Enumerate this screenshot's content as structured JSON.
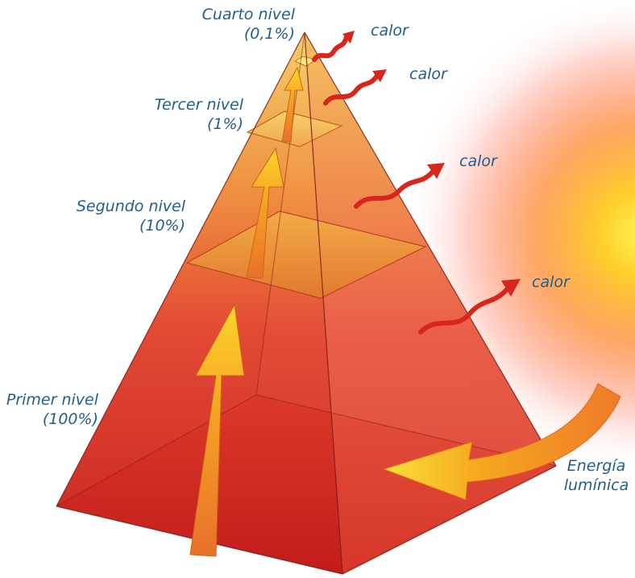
{
  "levels": {
    "fourth": {
      "name": "Cuarto nivel",
      "percent": "(0,1%)"
    },
    "third": {
      "name": "Tercer nivel",
      "percent": "(1%)"
    },
    "second": {
      "name": "Segundo nivel",
      "percent": "(10%)"
    },
    "first": {
      "name": "Primer nivel",
      "percent": "(100%)"
    }
  },
  "heat_labels": [
    "calor",
    "calor",
    "calor",
    "calor"
  ],
  "energy": {
    "line1": "Energía",
    "line2": "lumínica"
  },
  "colors": {
    "label_text": "#1f5e8f",
    "pyramid_dark": "#c8141e",
    "pyramid_mid": "#e8563a",
    "pyramid_light": "#f2a24a",
    "pyramid_top": "#f9e06a",
    "heat_arrow": "#d9261c",
    "energy_arrow": "#f7c21a",
    "sun_core": "#fff35a"
  },
  "icons": {
    "sun": "sun-glow",
    "energy_flow": "curved-arrow-icon",
    "heat": "wavy-arrow-icon",
    "transfer": "up-arrow-icon"
  }
}
